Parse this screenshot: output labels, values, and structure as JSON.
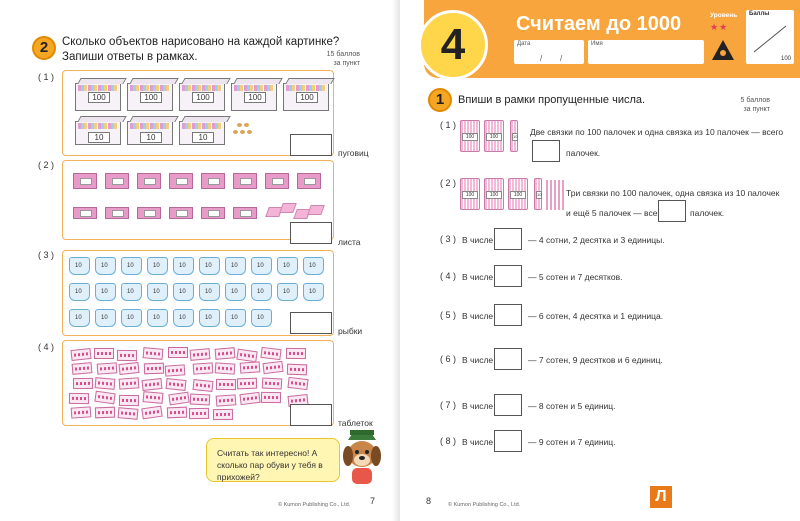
{
  "left_page": {
    "question_number": "2",
    "question_text": "Сколько объектов нарисовано на каждой картинке? Запиши ответы в рамках.",
    "points_value": "15 баллов",
    "points_suffix": "за пункт",
    "sections": [
      {
        "label": "( 1 )",
        "unit": "пуговиц",
        "box_label": "100",
        "box_label_small": "10"
      },
      {
        "label": "( 2 )",
        "unit": "листа"
      },
      {
        "label": "( 3 )",
        "unit": "рыбки",
        "jar_label": "10"
      },
      {
        "label": "( 4 )",
        "unit": "таблеток"
      }
    ],
    "bubble_text": "Считать так интересно! А сколько пар обуви у тебя в прихожей?",
    "footer": "© Kumon Publishing Co., Ltd.",
    "page_number": "7"
  },
  "right_page": {
    "topic_number": "4",
    "topic_title": "Считаем до 1000",
    "date_label": "Дата",
    "name_label": "Имя",
    "level_label": "Уровень",
    "level_stars": "★★",
    "score_label": "Баллы",
    "score_max": "100",
    "question_number": "1",
    "question_text": "Впиши в рамки пропущенные числа.",
    "points_value": "5 баллов",
    "points_suffix": "за пункт",
    "bundle_label": "100",
    "bundle_label_small": "10",
    "item1": {
      "label": "( 1 )",
      "text_a": "Две связки по 100 палочек и одна связка из 10 палочек — всего",
      "text_b": "палочек."
    },
    "item2": {
      "label": "( 2 )",
      "text_a": "Три связки по 100 палочек, одна связка из 10 палочек",
      "text_b": "и ещё 5 палочек — всего",
      "text_c": "палочек."
    },
    "rows": [
      {
        "label": "( 3 )",
        "prefix": "В числе",
        "text": "— 4 сотни, 2 десятка и 3 единицы."
      },
      {
        "label": "( 4 )",
        "prefix": "В числе",
        "text": "— 5 сотен и 7 десятков."
      },
      {
        "label": "( 5 )",
        "prefix": "В числе",
        "text": "— 6 сотен, 4 десятка и 1 единица."
      },
      {
        "label": "( 6 )",
        "prefix": "В числе",
        "text": "— 7 сотен, 9 десятков и 6 единиц."
      },
      {
        "label": "( 7 )",
        "prefix": "В числе",
        "text": "— 8 сотен и 5 единиц."
      },
      {
        "label": "( 8 )",
        "prefix": "В числе",
        "text": "— 9 сотен и 7 единиц."
      }
    ],
    "footer": "© Kumon Publishing Co., Ltd.",
    "page_number": "8",
    "logo_letter": "Л"
  }
}
